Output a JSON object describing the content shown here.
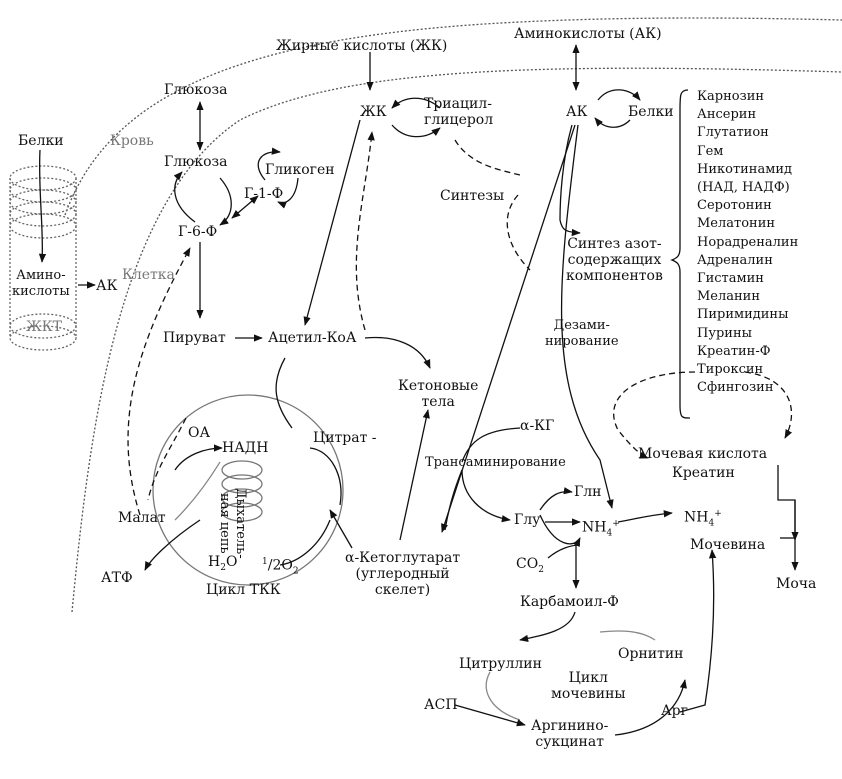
{
  "labels": {
    "fatty_acids_title": "Жирные кислоты (ЖК)",
    "amino_acids_title": "Аминокислоты (АК)",
    "proteins_left": "Белки",
    "blood": "Кровь",
    "glucose_top": "Глюкоза",
    "glucose": "Глюкоза",
    "glycogen": "Гликоген",
    "g1p": "Г-1-Ф",
    "g6p": "Г-6-Ф",
    "cell": "Клетка",
    "gut_amino_1": "Амино-",
    "gut_amino_2": "кислоты",
    "gut_ak": "АК",
    "gut": "ЖКТ",
    "pyruvate": "Пируват",
    "acetyl_coa": "Ацетил-КоА",
    "fa": "ЖК",
    "triacyl_1": "Триацил-",
    "triacyl_2": "глицерол",
    "syntheses": "Синтезы",
    "ak": "АК",
    "proteins_right": "Белки",
    "nsynth_1": "Синтез азот-",
    "nsynth_2": "содержащих",
    "nsynth_3": "компонентов",
    "deamin_1": "Дезами-",
    "deamin_2": "нирование",
    "ketone_1": "Кетоновые",
    "ketone_2": "тела",
    "akg": "α-КГ",
    "transamination": "Трансаминирование",
    "oa": "ОА",
    "nadh": "НАДН",
    "citrate": "Цитрат -",
    "resp_1": "Дыхатель-",
    "resp_2": "ная цепь",
    "malate": "Малат",
    "h2o": "H",
    "h2o_sub": "2",
    "h2o_o": "O",
    "half_o2_sup": "1",
    "half_o2": "/2O",
    "half_o2_sub": "2",
    "tca": "Цикл ТКК",
    "atp": "АТФ",
    "akg_full_1": "α-Кетоглутарат",
    "akg_full_2": "(углеродный",
    "akg_full_3": "скелет)",
    "gln": "Глн",
    "glu": "Глу",
    "nh4_a": "NH",
    "nh4_sub": "4",
    "nh4_sup": "+",
    "co2": "CO",
    "co2_sub": "2",
    "carbamoyl": "Карбамоил-Ф",
    "urea": "Мочевина",
    "urine": "Моча",
    "uric_acid": "Мочевая кислота",
    "creatine": "Креатин",
    "citrulline": "Цитруллин",
    "ornithine": "Орнитин",
    "urea_cycle_1": "Цикл",
    "urea_cycle_2": "мочевины",
    "asp": "АСП",
    "argsucc_1": "Аргинино-",
    "argsucc_2": "сукцинат",
    "arg": "Арг"
  },
  "n_compounds": [
    "Карнозин",
    "Ансерин",
    "Глутатион",
    "Гем",
    "Никотинамид",
    "(НАД, НАДФ)",
    "Серотонин",
    "Мелатонин",
    "Норадреналин",
    "Адреналин",
    "Гистамин",
    "Меланин",
    "Пиримидины",
    "Пурины",
    "Креатин-Ф",
    "Тироксин",
    "Сфингозин"
  ]
}
